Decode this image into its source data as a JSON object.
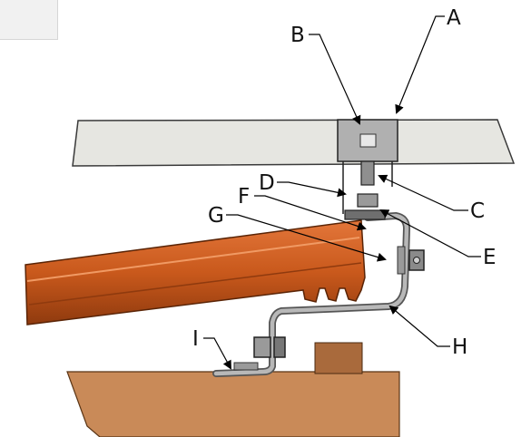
{
  "labels": {
    "A": "A",
    "B": "B",
    "C": "C",
    "D": "D",
    "E": "E",
    "F": "F",
    "G": "G",
    "H": "H",
    "I": "I"
  },
  "colors": {
    "concrete": "#e6e6e1",
    "wood": "#c98a58",
    "wood_dark": "#a96a3c",
    "purlin": "#c9591c",
    "purlin_light": "#e3763a",
    "purlin_dark": "#8f3a0e",
    "clamp": "#b0b0b0",
    "steel": "#8a8a8a",
    "outline": "#1a1a1a"
  }
}
